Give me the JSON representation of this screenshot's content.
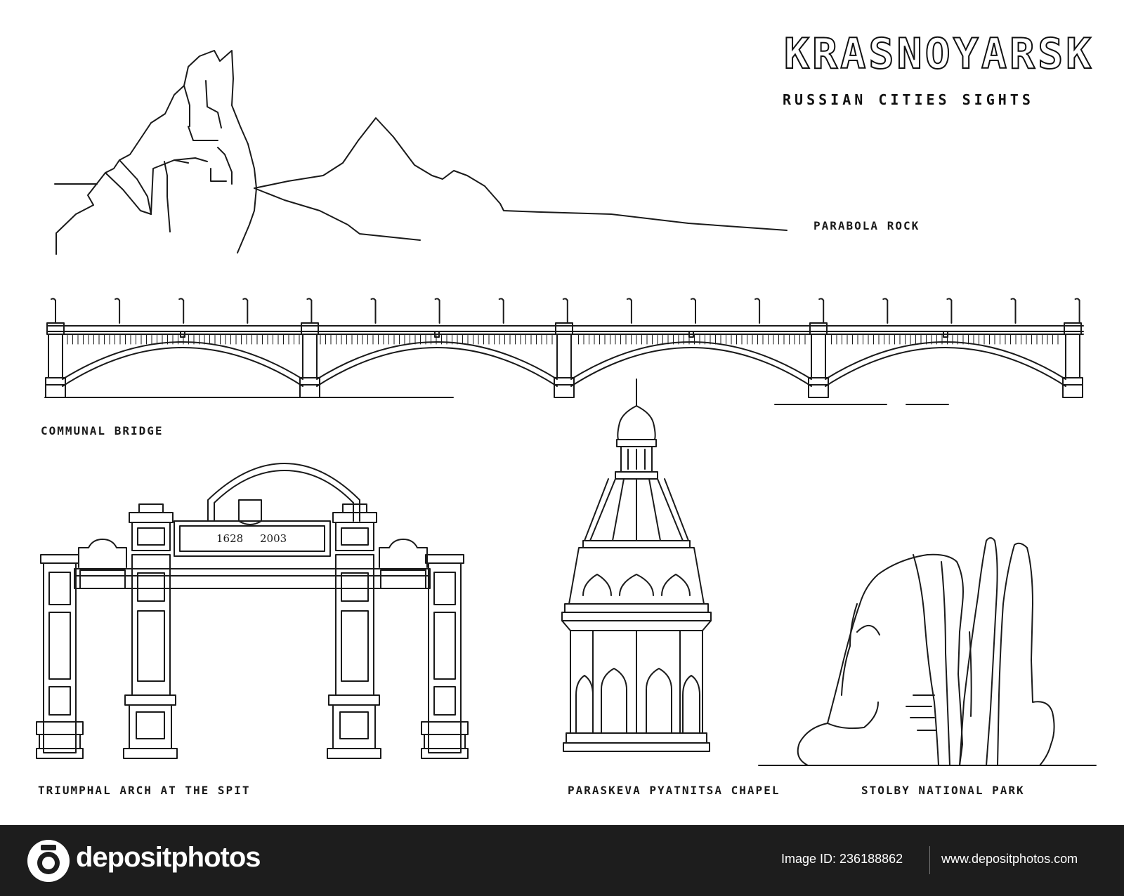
{
  "header": {
    "title": "KRASNOYARSK",
    "subtitle": "RUSSIAN CITIES SIGHTS"
  },
  "sights": {
    "parabola_rock": "PARABOLA ROCK",
    "communal_bridge": "COMMUNAL BRIDGE",
    "triumphal_arch": "TRIUMPHAL ARCH AT THE SPIT",
    "chapel": "PARASKEVA PYATNITSA CHAPEL",
    "stolby": "STOLBY NATIONAL PARK"
  },
  "arch_years": {
    "left": "1628",
    "right": "2003"
  },
  "footer": {
    "brand": "depositphotos",
    "image_id": "Image ID: 236188862",
    "site": "www.depositphotos.com"
  },
  "colors": {
    "line": "#1a1a1a",
    "footer_bg": "#1d1d1d",
    "background": "#ffffff"
  }
}
